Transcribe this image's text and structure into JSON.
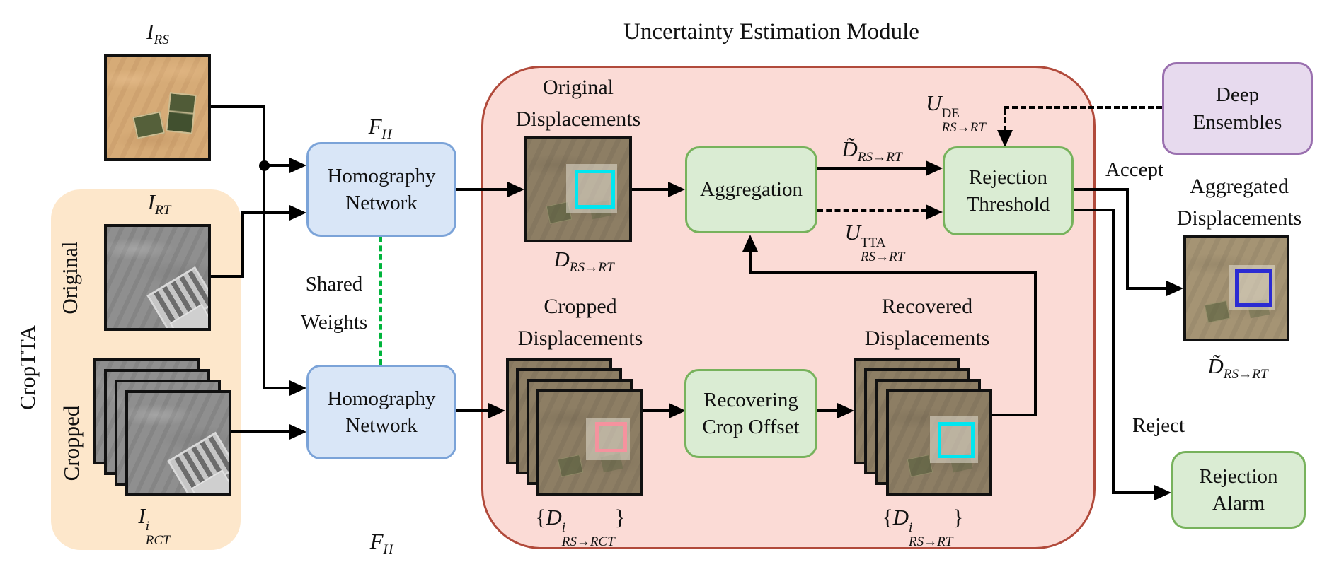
{
  "title": "Uncertainty Estimation Module",
  "croptta": {
    "group_label": "CropTTA",
    "row_original": "Original",
    "row_cropped": "Cropped"
  },
  "boxes": {
    "homography_top": {
      "line1": "Homography",
      "line2": "Network"
    },
    "homography_bottom": {
      "line1": "Homography",
      "line2": "Network"
    },
    "aggregation": {
      "line1": "Aggregation"
    },
    "rejection_threshold": {
      "line1": "Rejection",
      "line2": "Threshold"
    },
    "recovering_crop_offset": {
      "line1": "Recovering",
      "line2": "Crop Offset"
    },
    "deep_ensembles": {
      "line1": "Deep",
      "line2": "Ensembles"
    },
    "rejection_alarm": {
      "line1": "Rejection",
      "line2": "Alarm"
    }
  },
  "captions": {
    "original_disp": {
      "line1": "Original",
      "line2": "Displacements"
    },
    "cropped_disp": {
      "line1": "Cropped",
      "line2": "Displacements"
    },
    "recovered_disp": {
      "line1": "Recovered",
      "line2": "Displacements"
    },
    "aggregated_disp": {
      "line1": "Aggregated",
      "line2": "Displacements"
    }
  },
  "annotations": {
    "shared_weights": {
      "line1": "Shared",
      "line2": "Weights"
    },
    "accept": "Accept",
    "reject": "Reject"
  },
  "math": {
    "i_rs": {
      "base": "I",
      "sub": "RS"
    },
    "i_rt": {
      "base": "I",
      "sub": "RT"
    },
    "i_rct": {
      "base": "I",
      "sup": "i",
      "sub": "RCT"
    },
    "f_h_top": {
      "base": "F",
      "sub": "H"
    },
    "f_h_bottom": {
      "base": "F",
      "sub": "H"
    },
    "d_rs_rt": {
      "base": "D",
      "sub": "RS→RT"
    },
    "d_tilde_mid": {
      "base": "D̃",
      "sub": "RS→RT"
    },
    "u_tta": {
      "base": "U",
      "sup": "TTA",
      "sub": "RS→RT"
    },
    "u_de": {
      "base": "U",
      "sup": "DE",
      "sub": "RS→RT"
    },
    "d_set_rct": {
      "pre": "{",
      "base": "D",
      "sup": "i",
      "sub": "RS→RCT",
      "post": "}"
    },
    "d_set_rt": {
      "pre": "{",
      "base": "D",
      "sup": "i",
      "sub": "RS→RT",
      "post": "}"
    },
    "d_tilde_right": {
      "base": "D̃",
      "sub": "RS→RT"
    }
  },
  "colors": {
    "module_fill": "#fbdbd6",
    "module_border": "#b14a3b",
    "croptta_fill": "#fde7cb",
    "network_fill": "#d9e6f7",
    "network_border": "#7ba3d8",
    "process_fill": "#daecd3",
    "process_border": "#77b25c",
    "ensemble_fill": "#e7daee",
    "ensemble_border": "#9a70af",
    "cyan_frame": "#00e6f0",
    "pink_frame": "#f5929e",
    "blue_frame": "#2b2bd2",
    "shared_weights_dash": "#00b43c",
    "connector": "#000000"
  }
}
